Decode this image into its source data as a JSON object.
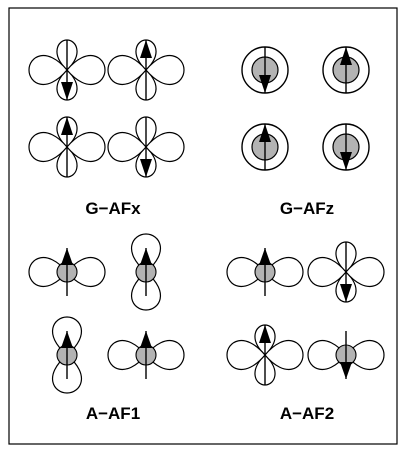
{
  "colors": {
    "frame": "#000000",
    "lobe_fill": "#ffffff",
    "core_fill": "#b3b3b3",
    "arrow": "#000000"
  },
  "panels": [
    {
      "label": "G−AFx",
      "orbitals": [
        {
          "kind": "xy-cross",
          "spin": "down"
        },
        {
          "kind": "xy-cross",
          "spin": "up"
        },
        {
          "kind": "xy-cross",
          "spin": "up"
        },
        {
          "kind": "xy-cross",
          "spin": "down"
        }
      ]
    },
    {
      "label": "G−AFz",
      "orbitals": [
        {
          "kind": "ring",
          "spin": "down"
        },
        {
          "kind": "ring",
          "spin": "up"
        },
        {
          "kind": "ring",
          "spin": "up"
        },
        {
          "kind": "ring",
          "spin": "down"
        }
      ]
    },
    {
      "label": "A−AF1",
      "orbitals": [
        {
          "kind": "horizontal-lobes",
          "spin": "up"
        },
        {
          "kind": "vertical-lobes",
          "spin": "up"
        },
        {
          "kind": "vertical-lobes",
          "spin": "up"
        },
        {
          "kind": "horizontal-lobes",
          "spin": "up"
        }
      ]
    },
    {
      "label": "A−AF2",
      "orbitals": [
        {
          "kind": "horizontal-lobes",
          "spin": "up"
        },
        {
          "kind": "xy-cross",
          "spin": "down"
        },
        {
          "kind": "xy-cross",
          "spin": "up"
        },
        {
          "kind": "horizontal-lobes",
          "spin": "down"
        }
      ]
    }
  ]
}
